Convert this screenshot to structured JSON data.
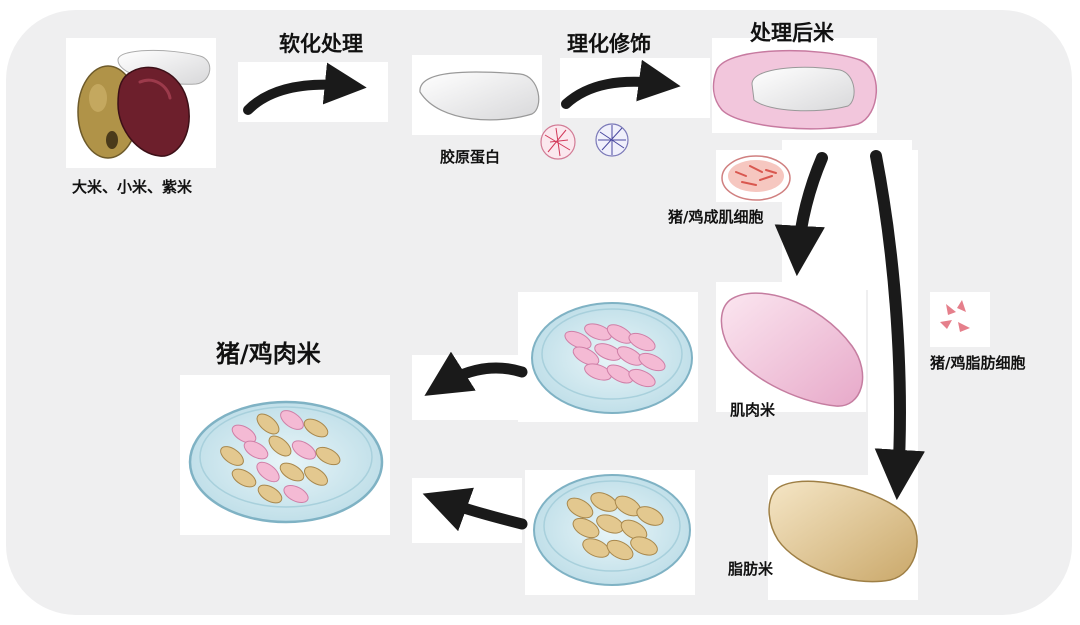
{
  "steps": {
    "softening": "软化处理",
    "modification": "理化修饰",
    "treated_rice": "处理后米"
  },
  "labels": {
    "rice_types": "大米、小米、紫米",
    "collagen": "胶原蛋白",
    "myoblast": "猪/鸡成肌细胞",
    "adipocyte": "猪/鸡脂肪细胞",
    "muscle_rice": "肌肉米",
    "fat_rice": "脂肪米",
    "meat_rice": "猪/鸡肉米"
  },
  "colors": {
    "background": "#efeff0",
    "arrow": "#1a1a1a",
    "muscle_pink": "#f2c4dc",
    "fat_tan": "#e6d0a0",
    "dish_blue": "#cfe8f0"
  },
  "icons": [
    "grain-icon",
    "dish-icon",
    "cell-icon",
    "arrow-icon"
  ]
}
